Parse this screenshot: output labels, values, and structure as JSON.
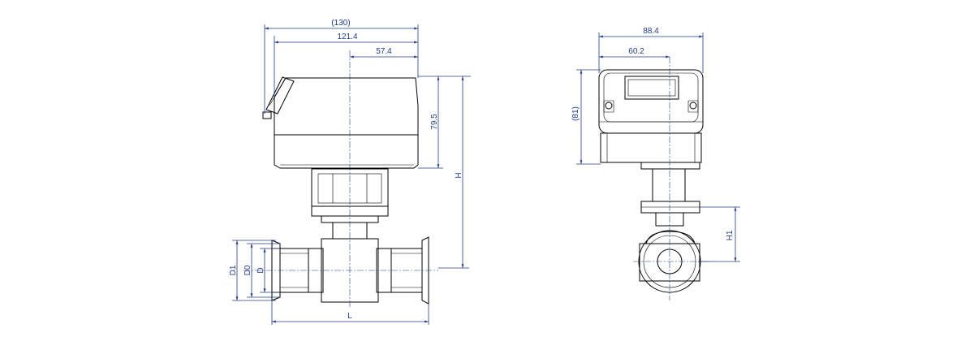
{
  "drawing": {
    "line_color": "#000000",
    "dimension_color": "#1f3c8a",
    "front_view": {
      "dims": {
        "overall_width": "(130)",
        "body_width": "121.4",
        "half_width": "57.4",
        "actuator_height": "79.5",
        "total_height": "H",
        "length": "L",
        "d1": "D1",
        "d0": "D0",
        "d": "D"
      }
    },
    "side_view": {
      "dims": {
        "width": "88.4",
        "half_width": "60.2",
        "height": "(81)",
        "h1": "H1"
      }
    }
  }
}
